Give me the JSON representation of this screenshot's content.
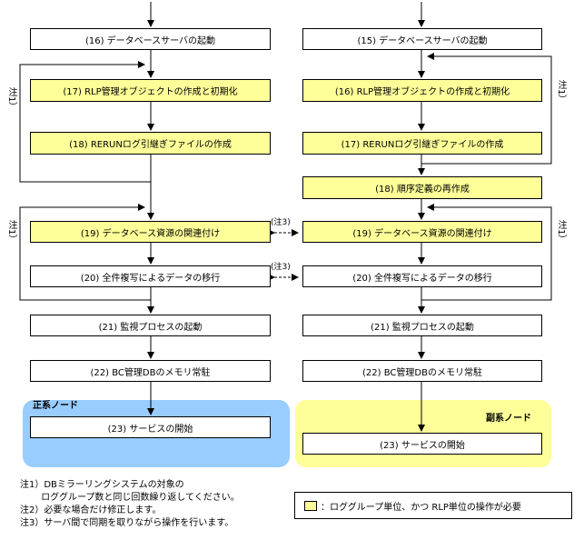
{
  "colors": {
    "highlight": "#ffff99",
    "primary_region": "#99ccff",
    "secondary_region": "#ffff99"
  },
  "left": {
    "s16": "(16) データベースサーバの起動",
    "s17": "(17) RLP管理オブジェクトの作成と初期化",
    "s18": "(18) RERUNログ引継ぎファイルの作成",
    "s19": "(19) データベース資源の関連付け",
    "s20": "(20) 全件複写によるデータの移行",
    "s21": "(21) 監視プロセスの起動",
    "s22": "(22) BC管理DBのメモリ常駐",
    "s23": "(23) サービスの開始"
  },
  "right": {
    "s15": "(15) データベースサーバの起動",
    "s16": "(16) RLP管理オブジェクトの作成と初期化",
    "s17": "(17) RERUNログ引継ぎファイルの作成",
    "s18": "(18) 順序定義の再作成",
    "s19": "(19) データベース資源の関連付け",
    "s20": "(20) 全件複写によるデータの移行",
    "s21": "(21) 監視プロセスの起動",
    "s22": "(22) BC管理DBのメモリ常駐",
    "s23": "(23) サービスの開始"
  },
  "regions": {
    "primary": "正系ノード",
    "secondary": "副系ノード"
  },
  "loop_note": "注1）",
  "note3": "(注3)",
  "footnotes": {
    "n1a": "注1）DBミラーリングシステムの対象の",
    "n1b": "　　 ロググループ数と同じ回数繰り返してください。",
    "n2": "注2）必要な場合だけ修正します。",
    "n3": "注3）サーバ間で同期を取りながら操作を行います。"
  },
  "legend": "：ロググループ単位、かつ RLP単位の操作が必要"
}
